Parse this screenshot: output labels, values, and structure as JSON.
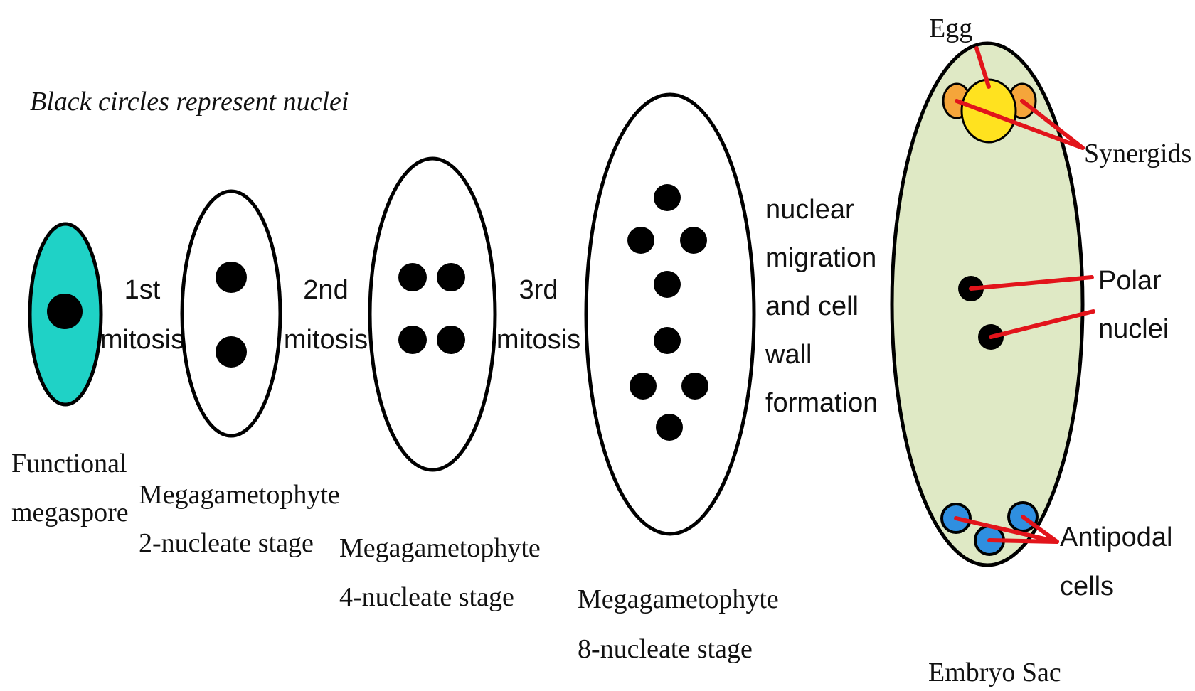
{
  "note": "Black circles represent nuclei",
  "stages": {
    "functional_megaspore": [
      "Functional",
      "megaspore"
    ],
    "two_nucleate": [
      "Megagametophyte",
      "2-nucleate stage"
    ],
    "four_nucleate": [
      "Megagametophyte",
      "4-nucleate stage"
    ],
    "eight_nucleate": [
      "Megagametophyte",
      "8-nucleate stage"
    ],
    "embryo_sac": "Embryo Sac"
  },
  "steps": {
    "first": [
      "1st",
      "mitosis"
    ],
    "second": [
      "2nd",
      "mitosis"
    ],
    "third": [
      "3rd",
      "mitosis"
    ],
    "migration": [
      "nuclear",
      "migration",
      "and cell",
      "wall",
      "formation"
    ]
  },
  "parts": {
    "egg": "Egg",
    "synergids": "Synergids",
    "polar_nuclei": [
      "Polar",
      "nuclei"
    ],
    "antipodal_cells": [
      "Antipodal",
      "cells"
    ]
  },
  "colors": {
    "megaspore_fill": "#1fd2c6",
    "embryo_sac_fill": "#dfe9c5",
    "egg_fill": "#ffe21f",
    "synergid_fill": "#f5a53a",
    "antipodal_fill": "#2f8fe0",
    "pointer": "#e2141b"
  }
}
